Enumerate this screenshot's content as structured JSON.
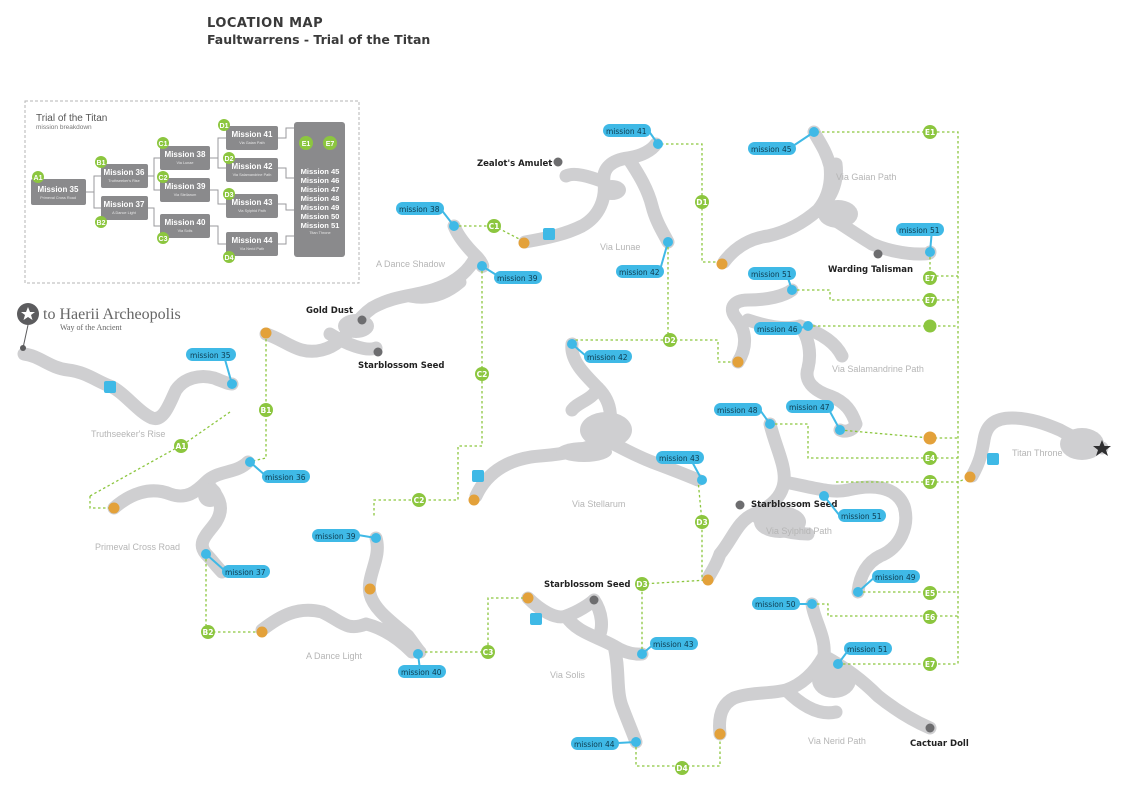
{
  "header": {
    "title": "LOCATION MAP",
    "subtitle": "Faultwarrens - Trial of the Titan"
  },
  "colors": {
    "cave": "#d2d2d3",
    "cave_edge": "#bdbdbf",
    "route": "#8cc63f",
    "mission": "#3fb9e6",
    "item": "#e3a13a",
    "box": "#8a8a8c",
    "label": "#b8b8b8",
    "text": "#222222",
    "dark": "#3a3a3a"
  },
  "breakdown": {
    "title": "Trial of the Titan",
    "subtitle": "mission breakdown",
    "nodes": [
      {
        "tag": "A1",
        "label": "Mission 35",
        "sub": "Primeval Cross Road"
      },
      {
        "tag": "B1",
        "label": "Mission 36",
        "sub": "Truthseeker's Rise"
      },
      {
        "tag": "B2",
        "label": "Mission 37",
        "sub": "A Dance Light"
      },
      {
        "tag": "C1",
        "label": "Mission 38",
        "sub": "Via Lunae"
      },
      {
        "tag": "C2",
        "label": "Mission 39",
        "sub": "Via Stellarum"
      },
      {
        "tag": "C3",
        "label": "Mission 40",
        "sub": "Via Solis"
      },
      {
        "tag": "D1",
        "label": "Mission 41",
        "sub": "Via Gaian Path"
      },
      {
        "tag": "D2",
        "label": "Mission 42",
        "sub": "Via Salamandrine Path"
      },
      {
        "tag": "D3",
        "label": "Mission 43",
        "sub": "Via Sylphid Path"
      },
      {
        "tag": "D4",
        "label": "Mission 44",
        "sub": "Via Nerid Path"
      }
    ],
    "big": {
      "tags": [
        "E1",
        "E7"
      ],
      "missions": [
        "Mission 45",
        "Mission 46",
        "Mission 47",
        "Mission 48",
        "Mission 49",
        "Mission 50",
        "Mission 51"
      ],
      "sub": "Titan Throne"
    }
  },
  "exit": {
    "name": "to Haerii Archeopolis",
    "sub": "Way of the Ancient"
  },
  "areas": [
    "Truthseeker's Rise",
    "Primeval Cross Road",
    "A Dance Shadow",
    "A Dance Light",
    "Via Lunae",
    "Via Stellarum",
    "Via Solis",
    "Via Gaian Path",
    "Via Salamandrine Path",
    "Via Sylphid Path",
    "Via Nerid Path",
    "Titan Throne"
  ],
  "missions": [
    "mission 35",
    "mission 36",
    "mission 37",
    "mission 38",
    "mission 39",
    "mission 39",
    "mission 40",
    "mission 41",
    "mission 42",
    "mission 42",
    "mission 43",
    "mission 43",
    "mission 44",
    "mission 45",
    "mission 51",
    "mission 51",
    "mission 46",
    "mission 48",
    "mission 47",
    "mission 51",
    "mission 49",
    "mission 50",
    "mission 51"
  ],
  "items": [
    "Gold Dust",
    "Starblossom Seed",
    "Zealot's Amulet",
    "Warding Talisman",
    "Starblossom Seed",
    "Starblossom Seed",
    "Cactuar Doll"
  ],
  "nodes": [
    "A1",
    "B1",
    "B2",
    "C1",
    "C2",
    "C2",
    "C3",
    "D1",
    "D2",
    "D3",
    "D3",
    "D4",
    "E1",
    "E7",
    "E7",
    "E4",
    "E7",
    "E5",
    "E6",
    "E7"
  ]
}
